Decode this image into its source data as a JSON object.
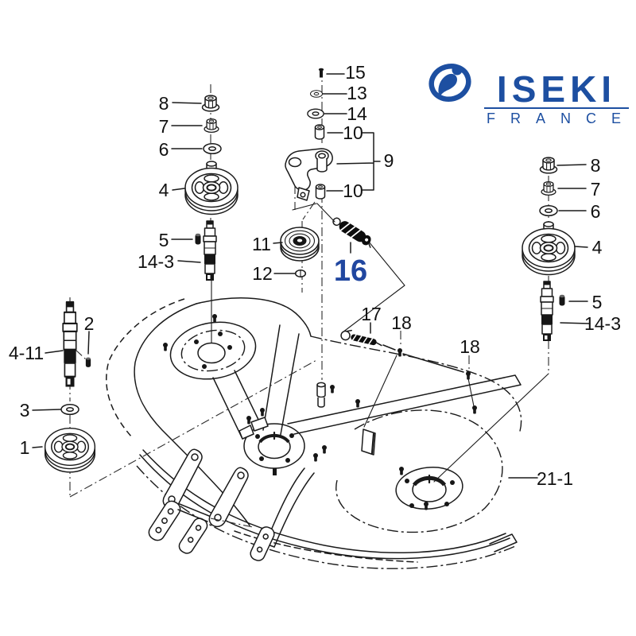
{
  "title": "ISEKI FRANCE mower deck exploded parts diagram",
  "brand": {
    "name": "ISEKI",
    "region": "FRANCE",
    "color": "#1d4fa1"
  },
  "diagram": {
    "highlight_color": "#2147a0",
    "line_color": "#1a1a1a"
  },
  "parts": {
    "p15": "15",
    "p13": "13",
    "p14": "14",
    "p10a": "10",
    "p9": "9",
    "p10b": "10",
    "p8l": "8",
    "p7l": "7",
    "p6l": "6",
    "p4l": "4",
    "p5l": "5",
    "p143l": "14-3",
    "p11": "11",
    "p12": "12",
    "p16": "16",
    "p17": "17",
    "p18a": "18",
    "p18b": "18",
    "p8r": "8",
    "p7r": "7",
    "p6r": "6",
    "p4r": "4",
    "p5r": "5",
    "p143r": "14-3",
    "p2": "2",
    "p411": "4-11",
    "p3": "3",
    "p1": "1",
    "p211": "21-1"
  }
}
